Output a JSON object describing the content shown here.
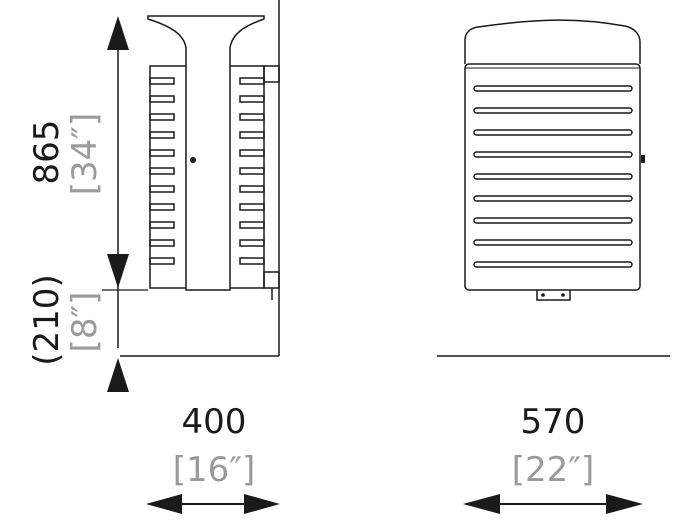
{
  "dimensions": {
    "height": {
      "metric": "865",
      "imperial": "[34″]"
    },
    "clearance": {
      "metric": "(210)",
      "imperial": "[8″]"
    },
    "depth": {
      "metric": "400",
      "imperial": "[16″]"
    },
    "width": {
      "metric": "570",
      "imperial": "[22″]"
    }
  },
  "colors": {
    "line": "#1a1a1a",
    "secondary_text": "#9a9a9a"
  }
}
